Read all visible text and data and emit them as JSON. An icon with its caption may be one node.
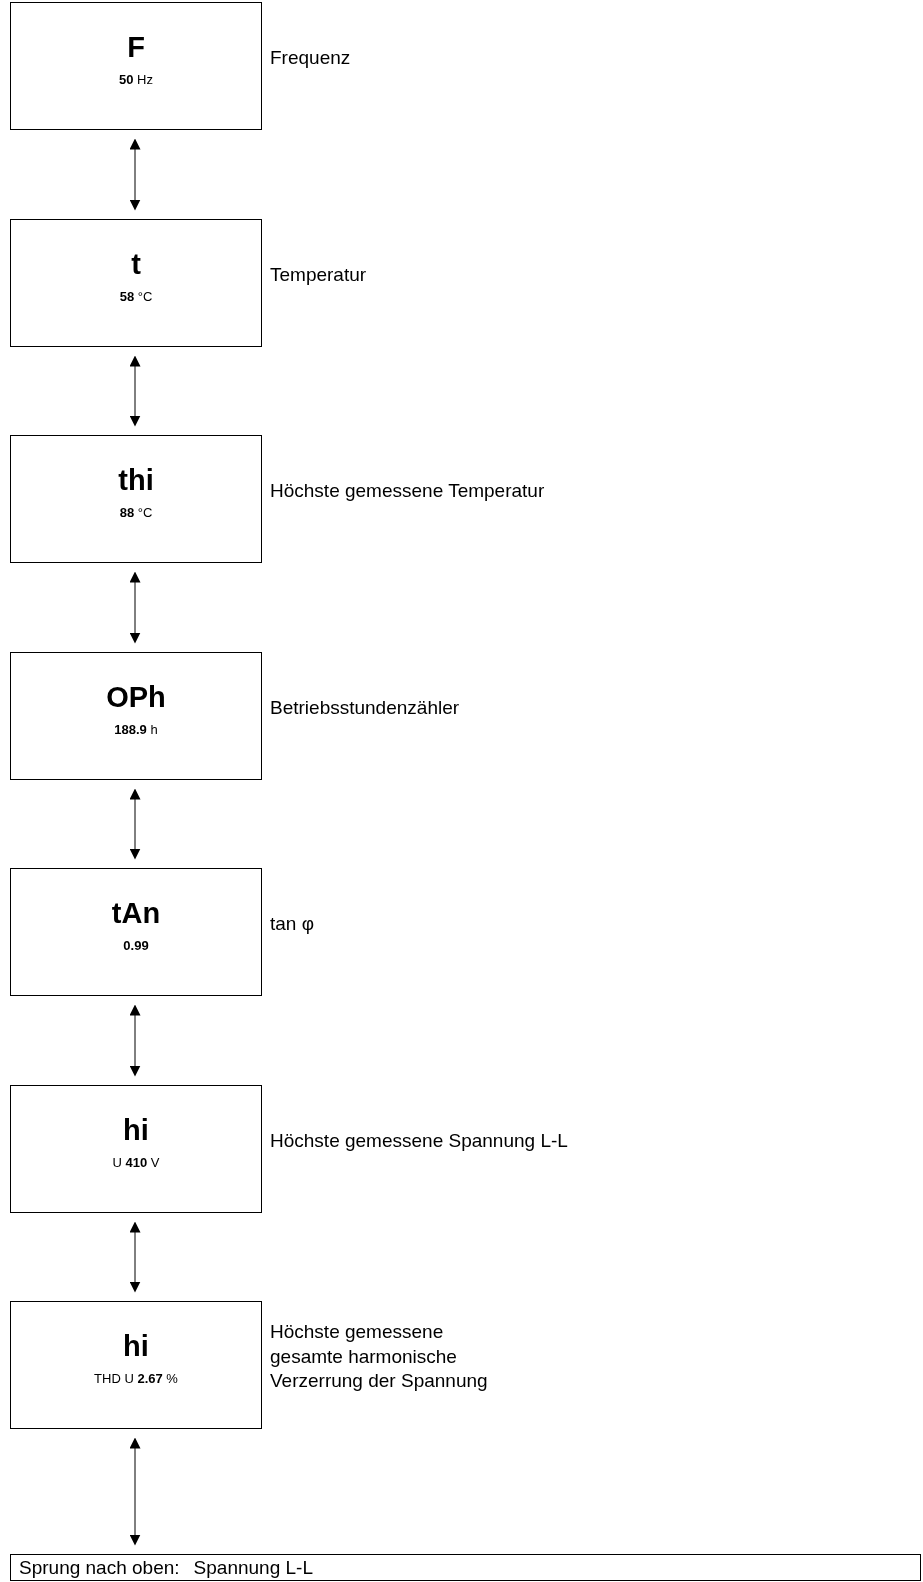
{
  "diagram": {
    "nodes": [
      {
        "text": [
          "F",
          "**50** Hz"
        ],
        "beside": [
          "Frequenz"
        ]
      },
      {
        "text": [
          "t",
          "**58** °C"
        ],
        "beside": [
          "Temperatur"
        ]
      },
      {
        "text": [
          "thi",
          "**88** °C"
        ],
        "beside": [
          "Höchste gemessene Temperatur"
        ]
      },
      {
        "text": [
          "OPh",
          "**188.9** h"
        ],
        "beside": [
          "Betriebsstundenzähler"
        ]
      },
      {
        "text": [
          "tAn",
          "**0.99**"
        ],
        "beside": [
          "tan φ"
        ]
      },
      {
        "text": [
          "hi",
          "U **410** V"
        ],
        "beside": [
          "Höchste gemessene Spannung L-L"
        ]
      },
      {
        "text": [
          "hi",
          "THD U **2.67** %"
        ],
        "beside": [
          "Höchste gemessene gesamte harmonische Verzerrung der Spannung"
        ]
      },
      {
        "text": [
          "Sprung nach oben:",
          "Spannung L-L"
        ]
      }
    ],
    "edges": [
      {
        "from": 0,
        "to": 1,
        "arrow": "both"
      },
      {
        "from": 1,
        "to": 2,
        "arrow": "both"
      },
      {
        "from": 2,
        "to": 3,
        "arrow": "both"
      },
      {
        "from": 3,
        "to": 4,
        "arrow": "both"
      },
      {
        "from": 4,
        "to": 5,
        "arrow": "both"
      },
      {
        "from": 5,
        "to": 6,
        "arrow": "both"
      },
      {
        "from": 6,
        "to": 7,
        "arrow": "both"
      }
    ]
  }
}
